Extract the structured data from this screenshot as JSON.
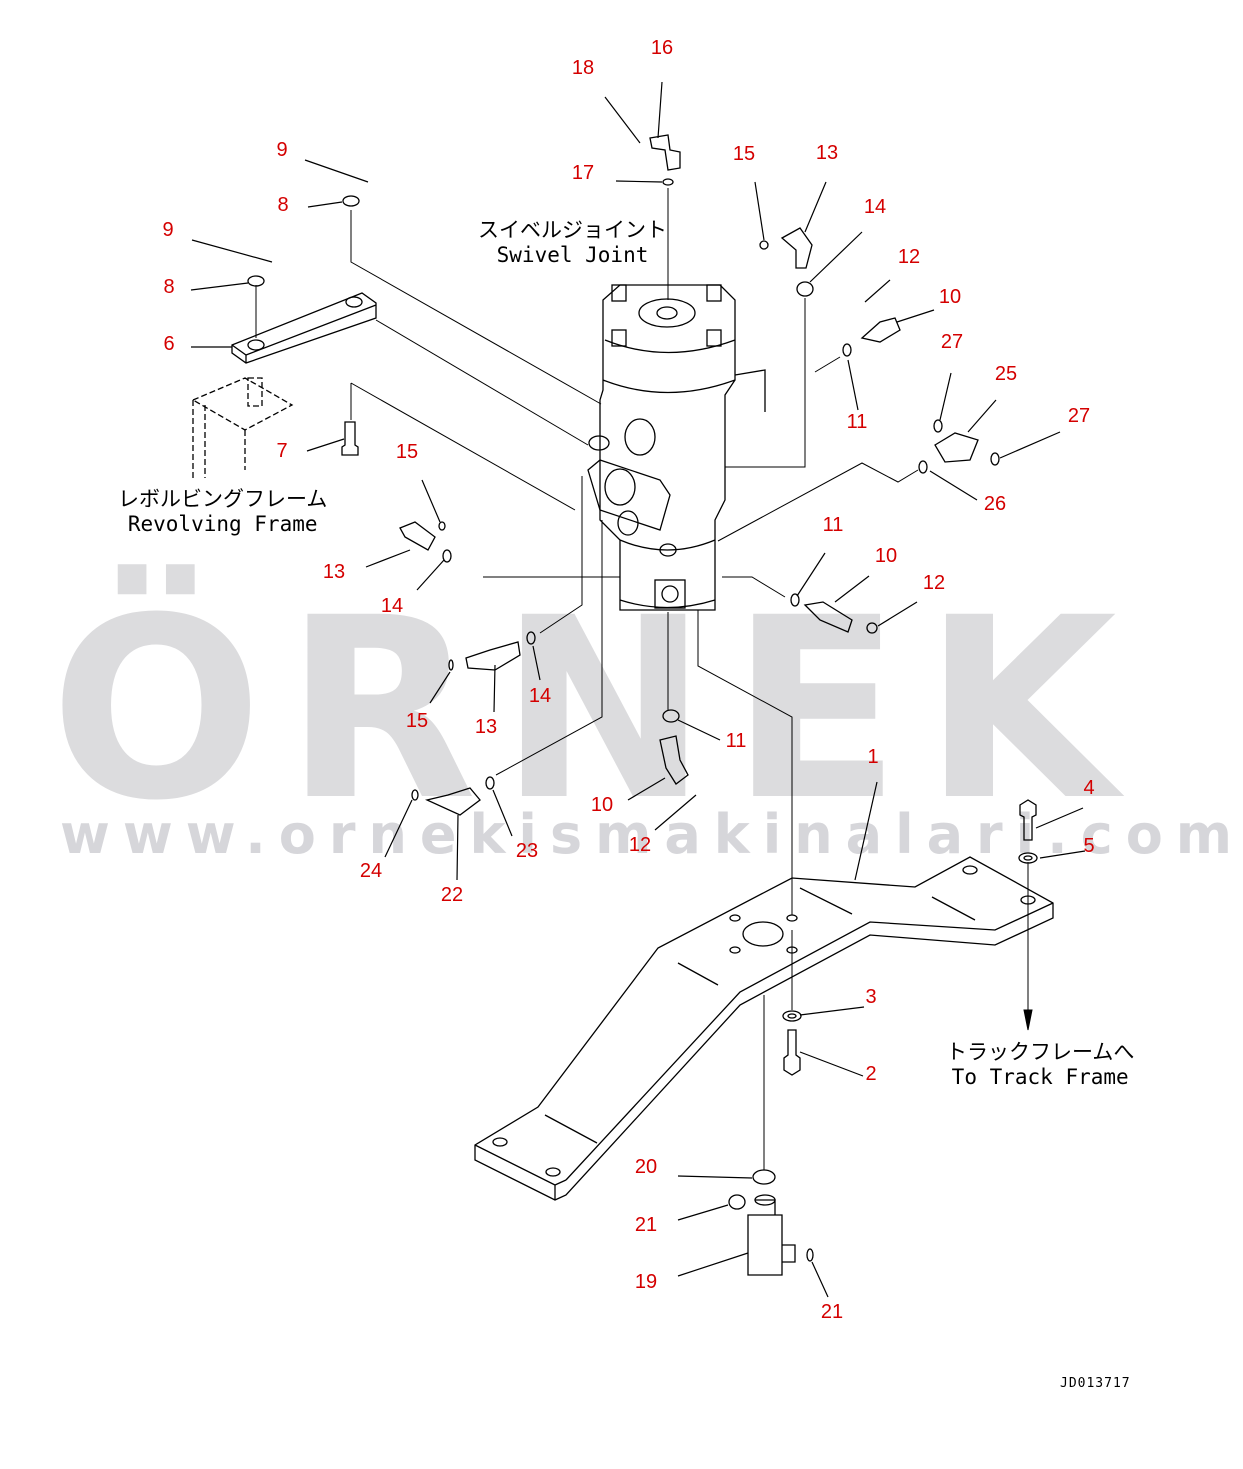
{
  "watermark": {
    "brand": "ÖRNEK",
    "url": "www.ornekismakinalari.com.tr"
  },
  "captions": {
    "swivel_joint_jp": "スイベルジョイント",
    "swivel_joint_en": "Swivel Joint",
    "revolving_frame_jp": "レボルビングフレーム",
    "revolving_frame_en": "Revolving Frame",
    "track_frame_jp": "トラックフレームへ",
    "track_frame_en": "To Track Frame"
  },
  "drawing_code": "JD013717",
  "callouts": [
    "18",
    "16",
    "17",
    "9",
    "8",
    "9",
    "8",
    "6",
    "7",
    "15",
    "13",
    "14",
    "12",
    "10",
    "27",
    "25",
    "27",
    "11",
    "26",
    "15",
    "13",
    "14",
    "11",
    "10",
    "12",
    "14",
    "15",
    "13",
    "11",
    "10",
    "12",
    "23",
    "24",
    "22",
    "1",
    "4",
    "5",
    "3",
    "2",
    "20",
    "21",
    "19",
    "21"
  ],
  "colors": {
    "callout": "#d40000",
    "line": "#000000",
    "watermark": "#dcdcde"
  }
}
